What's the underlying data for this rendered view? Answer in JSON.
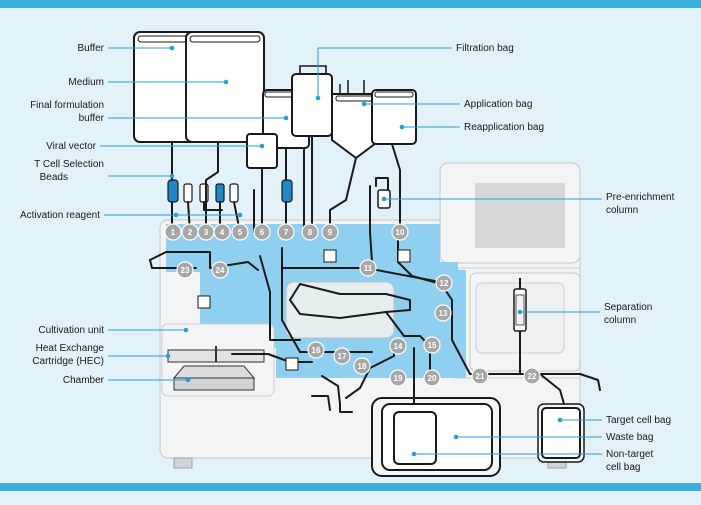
{
  "labels": {
    "buffer": "Buffer",
    "medium": "Medium",
    "final_formulation_1": "Final formulation",
    "final_formulation_2": "buffer",
    "viral_vector": "Viral vector",
    "tcell_beads_1": "T Cell Selection",
    "tcell_beads_2": "Beads",
    "activation_reagent": "Activation reagent",
    "cultivation_unit": "Cultivation unit",
    "hec_1": "Heat Exchange",
    "hec_2": "Cartridge (HEC)",
    "chamber": "Chamber",
    "filtration_bag": "Filtration bag",
    "application_bag": "Application bag",
    "reapplication_bag": "Reapplication bag",
    "pre_enrichment_1": "Pre-enrichment",
    "pre_enrichment_2": "column",
    "separation_1": "Separation",
    "separation_2": "column",
    "target_cell_bag": "Target cell bag",
    "waste_bag": "Waste bag",
    "non_target_1": "Non-target",
    "non_target_2": "cell bag"
  },
  "valves": [
    "1",
    "2",
    "3",
    "4",
    "5",
    "6",
    "7",
    "8",
    "9",
    "10",
    "11",
    "12",
    "13",
    "14",
    "15",
    "16",
    "17",
    "18",
    "19",
    "20",
    "21",
    "22",
    "23",
    "24"
  ],
  "colors": {
    "background": "#e3f1f8",
    "band": "#3aaede",
    "machine": "#f2f4f5",
    "panel": "#8fd0f0",
    "tubing": "#1a1a1a",
    "valve_fill": "#a6a6a6",
    "leader_line": "#2a9fd6",
    "reagent_tube": "#1e88c8"
  }
}
